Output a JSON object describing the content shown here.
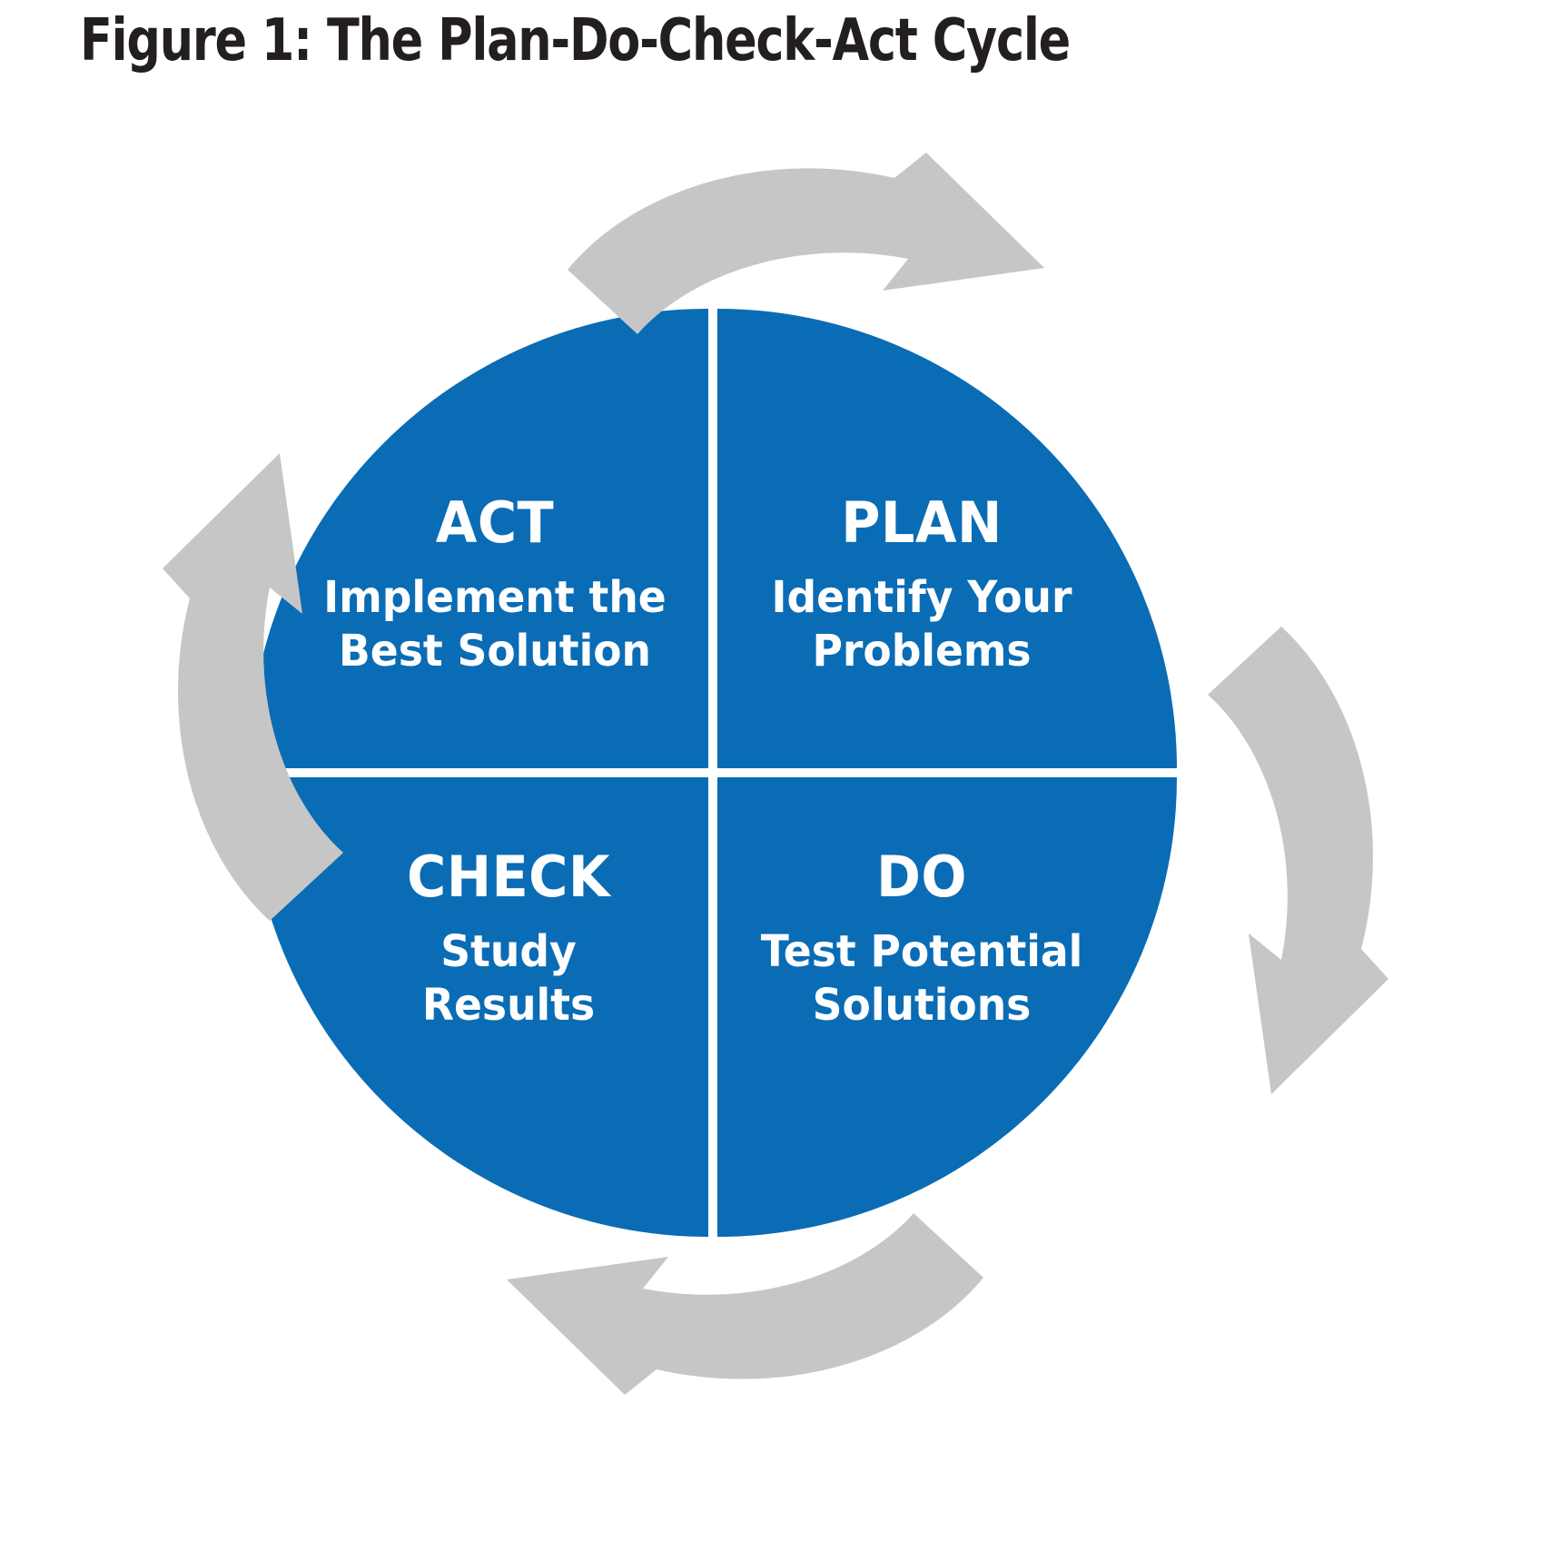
{
  "figure": {
    "title": "Figure 1: The Plan-Do-Check-Act Cycle"
  },
  "colors": {
    "wheel_blue": "#0a6cb5",
    "arrow_gray": "#c6c6c6",
    "title_black": "#231f20",
    "label_white": "#ffffff",
    "background": "#ffffff"
  },
  "cycle": {
    "name": "Plan-Do-Check-Act Cycle",
    "direction": "clockwise",
    "quadrants": [
      {
        "id": "plan",
        "position": "top-right",
        "title": "PLAN",
        "subtitle_line1": "Identify Your",
        "subtitle_line2": "Problems"
      },
      {
        "id": "do",
        "position": "bottom-right",
        "title": "DO",
        "subtitle_line1": "Test Potential",
        "subtitle_line2": "Solutions"
      },
      {
        "id": "check",
        "position": "bottom-left",
        "title": "CHECK",
        "subtitle_line1": "Study",
        "subtitle_line2": "Results"
      },
      {
        "id": "act",
        "position": "top-left",
        "title": "ACT",
        "subtitle_line1": "Implement the",
        "subtitle_line2": "Best Solution"
      }
    ],
    "arrows": [
      {
        "id": "arrow-top",
        "position": "top",
        "points": "right"
      },
      {
        "id": "arrow-right",
        "position": "right",
        "points": "down"
      },
      {
        "id": "arrow-bottom",
        "position": "bottom",
        "points": "left"
      },
      {
        "id": "arrow-left",
        "position": "left",
        "points": "up"
      }
    ]
  }
}
